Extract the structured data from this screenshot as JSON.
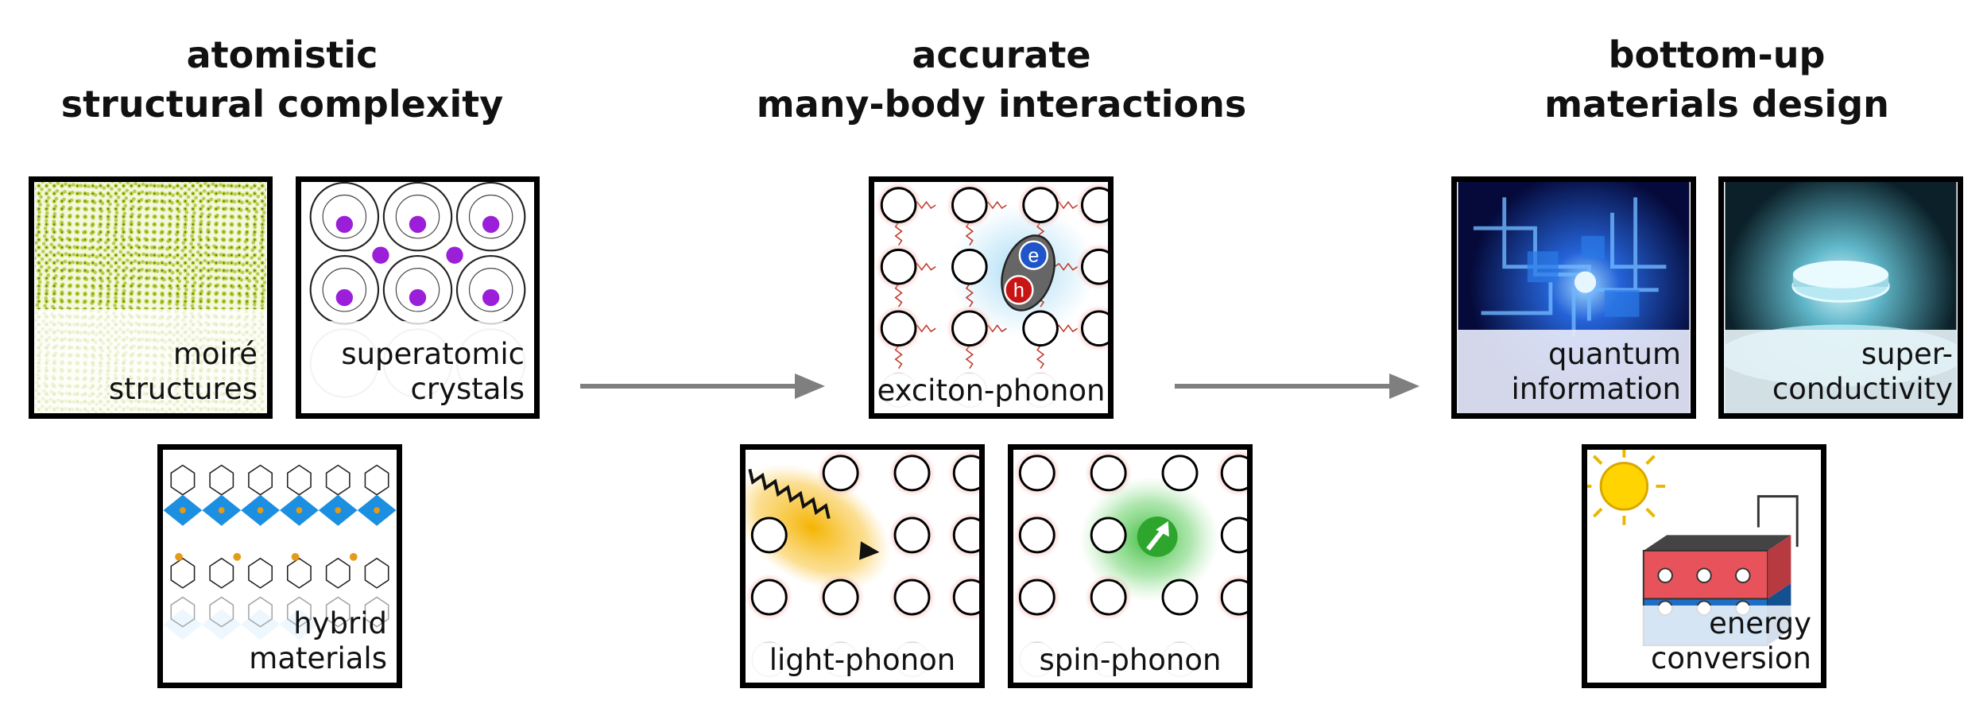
{
  "columns": [
    {
      "heading": [
        "atomistic",
        "structural complexity"
      ]
    },
    {
      "heading": [
        "accurate",
        "many-body interactions"
      ]
    },
    {
      "heading": [
        "bottom-up",
        "materials design"
      ]
    }
  ],
  "panels": {
    "moire": [
      "moiré",
      "structures"
    ],
    "superatomic": [
      "superatomic",
      "crystals"
    ],
    "hybrid": [
      "hybrid",
      "materials"
    ],
    "exciton": "exciton-phonon",
    "light": "light-phonon",
    "spin": "spin-phonon",
    "quantum": [
      "quantum",
      "information"
    ],
    "superconductivity": [
      "super-",
      "conductivity"
    ],
    "energy": [
      "energy",
      "conversion"
    ]
  },
  "exciton_labels": {
    "electron": "e",
    "hole": "h"
  },
  "colors": {
    "arrow": "#7f7f7f",
    "lattice_glow": "#f7b7b0",
    "exciton_glow": "#a9dcf5",
    "light_glow": "#f4b400",
    "spin_glow": "#3dbb3d",
    "electron": "#1f55c8",
    "hole": "#c81414",
    "sun": "#ffd400",
    "device_red": "#e8525a",
    "device_blue": "#1e6fc4"
  },
  "icons": [
    "arrow-right-icon",
    "sun-icon",
    "photon-wave-icon",
    "spin-arrow-icon"
  ]
}
